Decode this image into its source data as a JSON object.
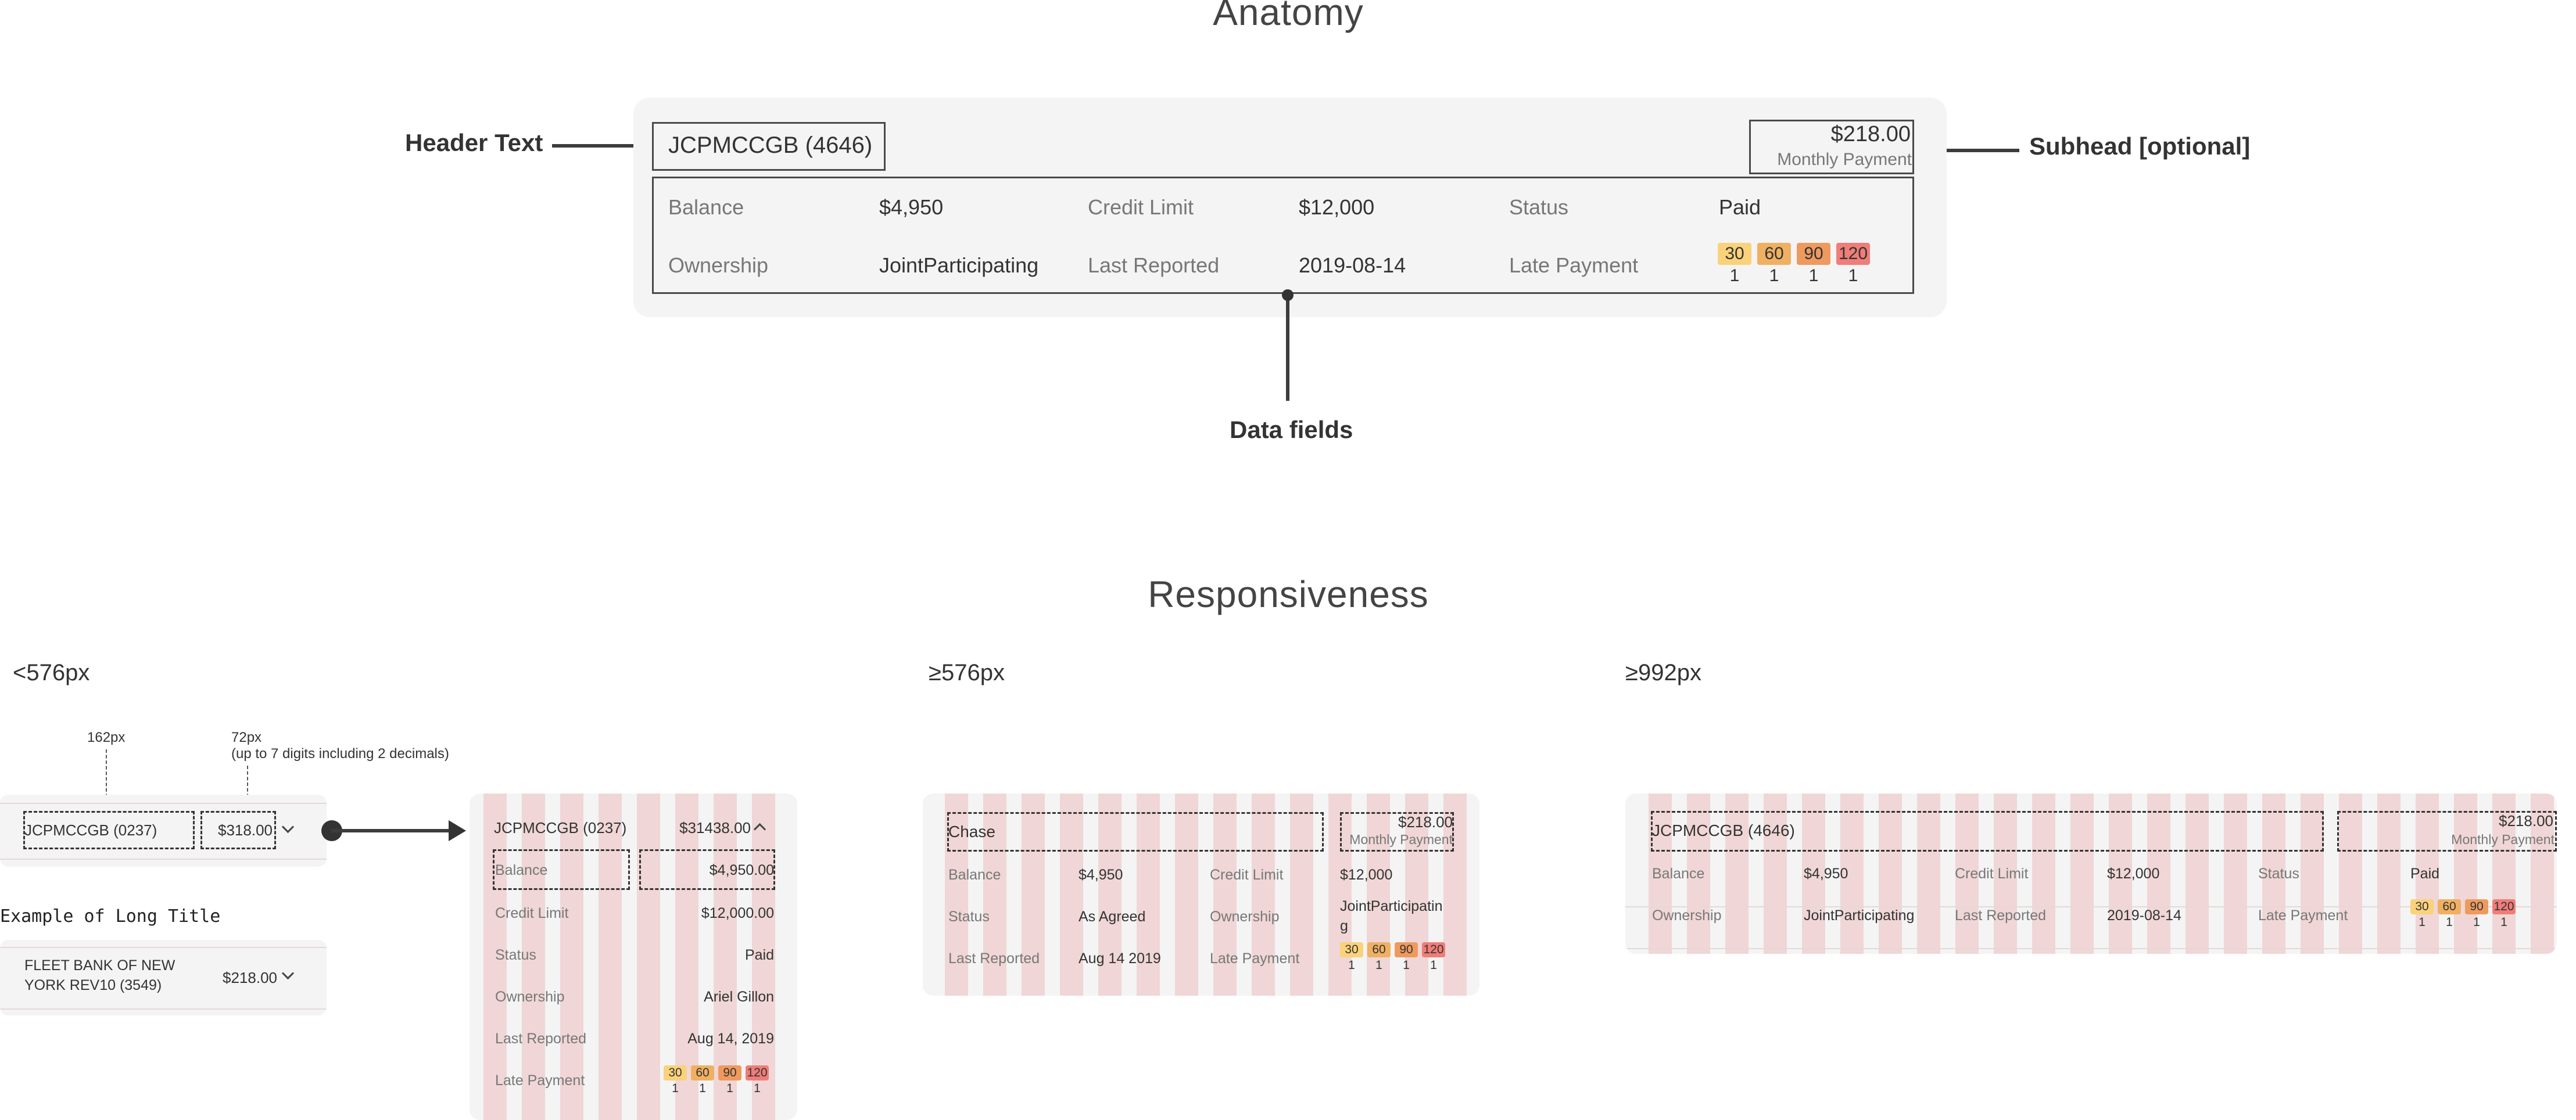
{
  "anatomy": {
    "title": "Anatomy",
    "header_text_label": "Header Text",
    "subhead_label": "Subhead [optional]",
    "data_fields_label": "Data fields",
    "card": {
      "header": "JCPMCCGB (4646)",
      "amount": "$218.00",
      "amount_sub": "Monthly Payment",
      "fields": [
        {
          "label": "Balance",
          "value": "$4,950"
        },
        {
          "label": "Credit Limit",
          "value": "$12,000"
        },
        {
          "label": "Status",
          "value": "Paid"
        },
        {
          "label": "Ownership",
          "value": "JointParticipating"
        },
        {
          "label": "Last Reported",
          "value": "2019-08-14"
        },
        {
          "label": "Late Payment",
          "value": ""
        }
      ],
      "late": [
        {
          "days": "30",
          "count": "1",
          "color": "#f9d27b"
        },
        {
          "days": "60",
          "count": "1",
          "color": "#f0b062"
        },
        {
          "days": "90",
          "count": "1",
          "color": "#ee9a5f"
        },
        {
          "days": "120",
          "count": "1",
          "color": "#ef7d78"
        }
      ]
    }
  },
  "responsiveness": {
    "title": "Responsiveness",
    "bp_small": "<576px",
    "bp_medium": "≥576px",
    "bp_large": "≥992px",
    "annot_162": "162px",
    "annot_72": "72px",
    "annot_72_note": "(up to 7 digits including 2 decimals)",
    "small_collapsed": {
      "header": "JCPMCCGB (0237)",
      "amount": "$318.00"
    },
    "long_title_caption": "Example of Long Title",
    "long_title": {
      "line1": "FLEET BANK OF NEW",
      "line2": "YORK REV10 (3549)",
      "amount": "$218.00"
    },
    "small_expanded": {
      "header": "JCPMCCGB (0237)",
      "amount": "$31438.00",
      "rows": [
        {
          "label": "Balance",
          "value": "$4,950.00"
        },
        {
          "label": "Credit Limit",
          "value": "$12,000.00"
        },
        {
          "label": "Status",
          "value": "Paid"
        },
        {
          "label": "Ownership",
          "value": "Ariel Gillon"
        },
        {
          "label": "Last Reported",
          "value": "Aug 14, 2019"
        },
        {
          "label": "Late Payment",
          "value": ""
        }
      ]
    },
    "medium": {
      "header": "Chase",
      "amount": "$218.00",
      "amount_sub": "Monthly Payment",
      "fields": [
        {
          "label": "Balance",
          "value": "$4,950"
        },
        {
          "label": "Credit Limit",
          "value": "$12,000"
        },
        {
          "label": "Status",
          "value": "As Agreed"
        },
        {
          "label": "Ownership",
          "value": "JointParticipatin"
        },
        {
          "label": "Last Reported",
          "value": "Aug 14 2019"
        },
        {
          "label": "Late Payment",
          "value": ""
        }
      ],
      "ownership_wrap": "g"
    },
    "large": {
      "header": "JCPMCCGB (4646)",
      "amount": "$218.00",
      "amount_sub": "Monthly Payment",
      "fields": [
        {
          "label": "Balance",
          "value": "$4,950"
        },
        {
          "label": "Credit Limit",
          "value": "$12,000"
        },
        {
          "label": "Status",
          "value": "Paid"
        },
        {
          "label": "Ownership",
          "value": "JointParticipating"
        },
        {
          "label": "Last Reported",
          "value": "2019-08-14"
        },
        {
          "label": "Late Payment",
          "value": ""
        }
      ]
    }
  }
}
